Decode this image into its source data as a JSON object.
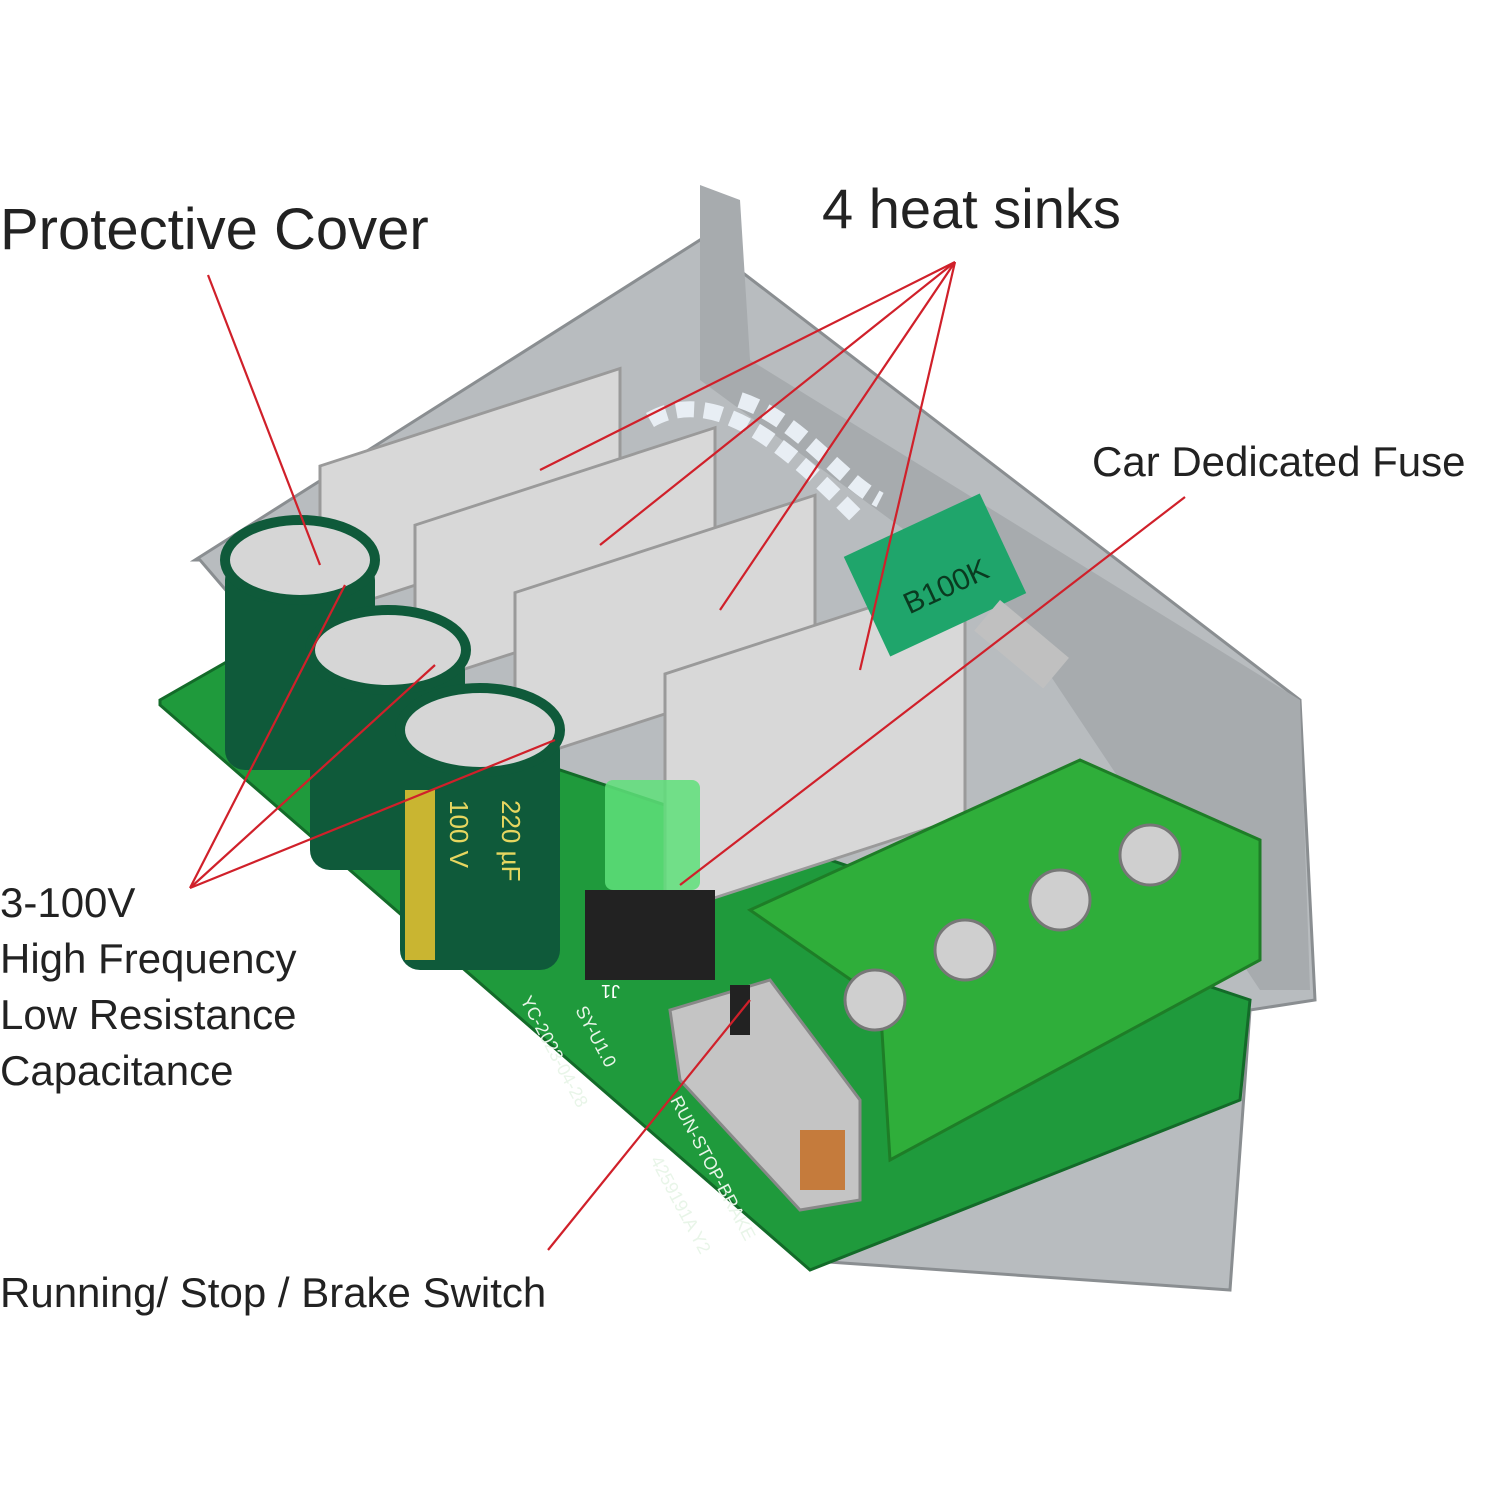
{
  "callouts": {
    "protective_cover": "Protective Cover",
    "heat_sinks": "4 heat sinks",
    "fuse": "Car Dedicated Fuse",
    "capacitance": [
      "3-100V",
      "High Frequency",
      "Low Resistance",
      "Capacitance"
    ],
    "switch": "Running/ Stop / Brake Switch"
  },
  "board_markings": {
    "potentiometer": "B100K",
    "capacitor_rating": "100 V",
    "capacitor_value": "220 µF",
    "connector": "J1",
    "date": "YC-2023-04-28",
    "version": "SY-U1.0",
    "switch_label": "RUN-STOP-BRAKE",
    "part_no": "4259191A Y2"
  },
  "colors": {
    "leader_line": "#d0202a",
    "pcb": "#1f9a3c",
    "terminal_block": "#2fae3a",
    "capacitor": "#0f5a3a",
    "heat_sink": "#d8d8d8",
    "cover": "#b8bcbf"
  }
}
